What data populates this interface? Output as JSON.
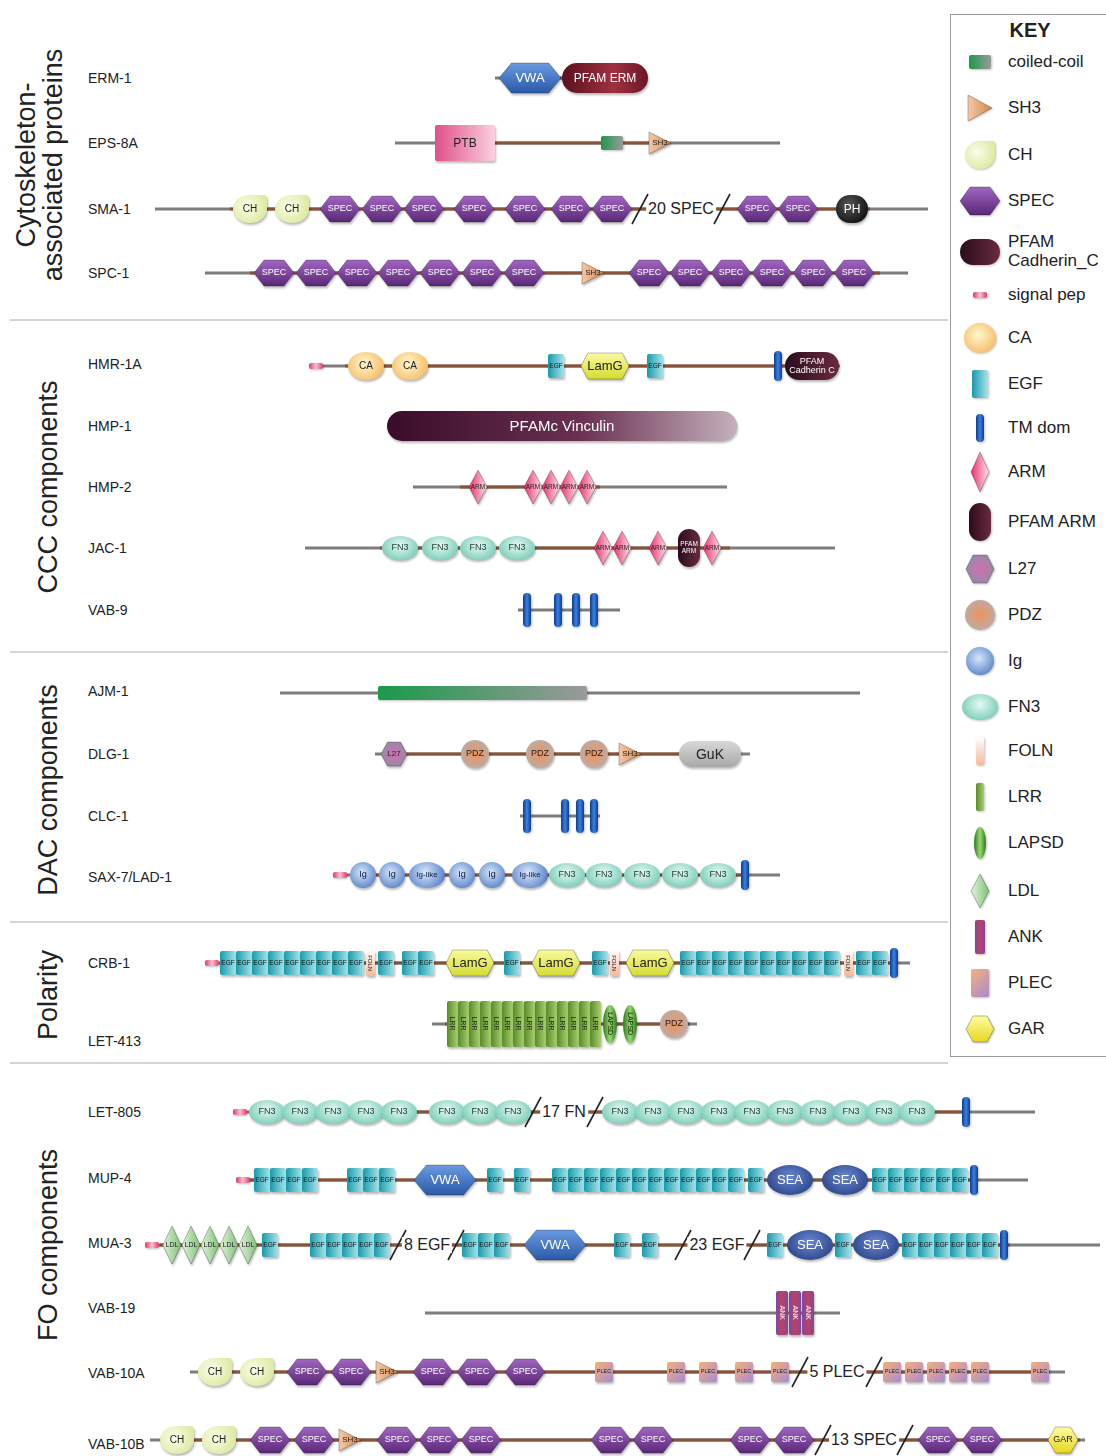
{
  "diagram": {
    "nodes": [
      {
        "text": [
          "VWA"
        ]
      },
      {
        "text": [
          "PFAM ERM"
        ]
      },
      {
        "text": [
          "PTB"
        ]
      },
      {
        "text": [
          "SH3"
        ]
      },
      {
        "text": [
          "CH"
        ]
      },
      {
        "text": [
          "CH"
        ]
      },
      {
        "text": [
          "SPEC"
        ]
      },
      {
        "text": [
          "SPEC"
        ]
      },
      {
        "text": [
          "SPEC"
        ]
      },
      {
        "text": [
          "SPEC"
        ]
      },
      {
        "text": [
          "SPEC"
        ]
      },
      {
        "text": [
          "SPEC"
        ]
      },
      {
        "text": [
          "SPEC"
        ]
      },
      {
        "text": [
          "SPEC"
        ]
      },
      {
        "text": [
          "SPEC"
        ]
      },
      {
        "text": [
          "PH"
        ]
      },
      {
        "text": [
          "SPEC"
        ]
      },
      {
        "text": [
          "SPEC"
        ]
      },
      {
        "text": [
          "SPEC"
        ]
      },
      {
        "text": [
          "SPEC"
        ]
      },
      {
        "text": [
          "SPEC"
        ]
      },
      {
        "text": [
          "SPEC"
        ]
      },
      {
        "text": [
          "SPEC"
        ]
      },
      {
        "text": [
          "SH3"
        ]
      },
      {
        "text": [
          "SPEC"
        ]
      },
      {
        "text": [
          "SPEC"
        ]
      },
      {
        "text": [
          "SPEC"
        ]
      },
      {
        "text": [
          "SPEC"
        ]
      },
      {
        "text": [
          "SPEC"
        ]
      },
      {
        "text": [
          "SPEC"
        ]
      },
      {
        "text": [
          "CA"
        ]
      },
      {
        "text": [
          "CA"
        ]
      },
      {
        "text": [
          "EGF"
        ]
      },
      {
        "text": [
          "LamG"
        ]
      },
      {
        "text": [
          "EGF"
        ]
      },
      {
        "text": [
          "PFAM Cadherin C"
        ]
      },
      {
        "text": [
          "PFAMc Vinculin"
        ]
      },
      {
        "text": [
          "ARM"
        ]
      },
      {
        "text": [
          "ARM"
        ]
      },
      {
        "text": [
          "ARM"
        ]
      },
      {
        "text": [
          "ARM"
        ]
      },
      {
        "text": [
          "ARM"
        ]
      },
      {
        "text": [
          "FN3"
        ]
      },
      {
        "text": [
          "FN3"
        ]
      },
      {
        "text": [
          "FN3"
        ]
      },
      {
        "text": [
          "FN3"
        ]
      },
      {
        "text": [
          "ARM"
        ]
      },
      {
        "text": [
          "ARM"
        ]
      },
      {
        "text": [
          "ARM"
        ]
      },
      {
        "text": [
          "PFAM ARM"
        ]
      },
      {
        "text": [
          "ARM"
        ]
      },
      {
        "text": [
          "L27"
        ]
      },
      {
        "text": [
          "PDZ"
        ]
      },
      {
        "text": [
          "PDZ"
        ]
      },
      {
        "text": [
          "PDZ"
        ]
      },
      {
        "text": [
          "SH3"
        ]
      },
      {
        "text": [
          "GuK"
        ]
      },
      {
        "text": [
          "Ig"
        ]
      },
      {
        "text": [
          "Ig"
        ]
      },
      {
        "text": [
          "Ig-like"
        ]
      },
      {
        "text": [
          "Ig"
        ]
      },
      {
        "text": [
          "Ig"
        ]
      },
      {
        "text": [
          "Ig-like"
        ]
      },
      {
        "text": [
          "FN3"
        ]
      },
      {
        "text": [
          "FN3"
        ]
      },
      {
        "text": [
          "FN3"
        ]
      },
      {
        "text": [
          "FN3"
        ]
      },
      {
        "text": [
          "FN3"
        ]
      },
      {
        "text": [
          "EGF"
        ]
      },
      {
        "text": [
          "EGF"
        ]
      },
      {
        "text": [
          "EGF"
        ]
      },
      {
        "text": [
          "EGF"
        ]
      },
      {
        "text": [
          "EGF"
        ]
      },
      {
        "text": [
          "EGF"
        ]
      },
      {
        "text": [
          "EGF"
        ]
      },
      {
        "text": [
          "EGF"
        ]
      },
      {
        "text": [
          "EGF"
        ]
      },
      {
        "text": [
          "FOLN"
        ]
      },
      {
        "text": [
          "EGF"
        ]
      },
      {
        "text": [
          "EGF"
        ]
      },
      {
        "text": [
          "EGF"
        ]
      },
      {
        "text": [
          "LamG"
        ]
      },
      {
        "text": [
          "EGF"
        ]
      },
      {
        "text": [
          "LamG"
        ]
      },
      {
        "text": [
          "EGF"
        ]
      },
      {
        "text": [
          "FOLN"
        ]
      },
      {
        "text": [
          "LamG"
        ]
      },
      {
        "text": [
          "EGF"
        ]
      },
      {
        "text": [
          "EGF"
        ]
      },
      {
        "text": [
          "EGF"
        ]
      },
      {
        "text": [
          "EGF"
        ]
      },
      {
        "text": [
          "EGF"
        ]
      },
      {
        "text": [
          "EGF"
        ]
      },
      {
        "text": [
          "EGF"
        ]
      },
      {
        "text": [
          "EGF"
        ]
      },
      {
        "text": [
          "EGF"
        ]
      },
      {
        "text": [
          "EGF"
        ]
      },
      {
        "text": [
          "FOLN"
        ]
      },
      {
        "text": [
          "EGF"
        ]
      },
      {
        "text": [
          "EGF"
        ]
      },
      {
        "text": [
          "LRR"
        ]
      },
      {
        "text": [
          "LRR"
        ]
      },
      {
        "text": [
          "LRR"
        ]
      },
      {
        "text": [
          "LRR"
        ]
      },
      {
        "text": [
          "LRR"
        ]
      },
      {
        "text": [
          "LRR"
        ]
      },
      {
        "text": [
          "LRR"
        ]
      },
      {
        "text": [
          "LRR"
        ]
      },
      {
        "text": [
          "LRR"
        ]
      },
      {
        "text": [
          "LRR"
        ]
      },
      {
        "text": [
          "LRR"
        ]
      },
      {
        "text": [
          "LRR"
        ]
      },
      {
        "text": [
          "LRR"
        ]
      },
      {
        "text": [
          "LRR"
        ]
      },
      {
        "text": [
          "LAPSD"
        ]
      },
      {
        "text": [
          "LAPSD"
        ]
      },
      {
        "text": [
          "PDZ"
        ]
      },
      {
        "text": [
          "FN3"
        ]
      },
      {
        "text": [
          "FN3"
        ]
      },
      {
        "text": [
          "FN3"
        ]
      },
      {
        "text": [
          "FN3"
        ]
      },
      {
        "text": [
          "FN3"
        ]
      },
      {
        "text": [
          "FN3"
        ]
      },
      {
        "text": [
          "FN3"
        ]
      },
      {
        "text": [
          "FN3"
        ]
      },
      {
        "text": [
          "FN3"
        ]
      },
      {
        "text": [
          "FN3"
        ]
      },
      {
        "text": [
          "FN3"
        ]
      },
      {
        "text": [
          "FN3"
        ]
      },
      {
        "text": [
          "FN3"
        ]
      },
      {
        "text": [
          "FN3"
        ]
      },
      {
        "text": [
          "FN3"
        ]
      },
      {
        "text": [
          "FN3"
        ]
      },
      {
        "text": [
          "FN3"
        ]
      },
      {
        "text": [
          "FN3"
        ]
      },
      {
        "text": [
          "EGF"
        ]
      },
      {
        "text": [
          "EGF"
        ]
      },
      {
        "text": [
          "EGF"
        ]
      },
      {
        "text": [
          "EGF"
        ]
      },
      {
        "text": [
          "EGF"
        ]
      },
      {
        "text": [
          "EGF"
        ]
      },
      {
        "text": [
          "EGF"
        ]
      },
      {
        "text": [
          "VWA"
        ]
      },
      {
        "text": [
          "EGF"
        ]
      },
      {
        "text": [
          "EGF"
        ]
      },
      {
        "text": [
          "EGF"
        ]
      },
      {
        "text": [
          "EGF"
        ]
      },
      {
        "text": [
          "EGF"
        ]
      },
      {
        "text": [
          "EGF"
        ]
      },
      {
        "text": [
          "EGF"
        ]
      },
      {
        "text": [
          "EGF"
        ]
      },
      {
        "text": [
          "EGF"
        ]
      },
      {
        "text": [
          "EGF"
        ]
      },
      {
        "text": [
          "EGF"
        ]
      },
      {
        "text": [
          "EGF"
        ]
      },
      {
        "text": [
          "EGF"
        ]
      },
      {
        "text": [
          "EGF"
        ]
      },
      {
        "text": [
          "EGF"
        ]
      },
      {
        "text": [
          "SEA"
        ]
      },
      {
        "text": [
          "SEA"
        ]
      },
      {
        "text": [
          "EGF"
        ]
      },
      {
        "text": [
          "EGF"
        ]
      },
      {
        "text": [
          "EGF"
        ]
      },
      {
        "text": [
          "EGF"
        ]
      },
      {
        "text": [
          "EGF"
        ]
      },
      {
        "text": [
          "EGF"
        ]
      },
      {
        "text": [
          "LDL"
        ]
      },
      {
        "text": [
          "LDL"
        ]
      },
      {
        "text": [
          "LDL"
        ]
      },
      {
        "text": [
          "LDL"
        ]
      },
      {
        "text": [
          "LDL"
        ]
      },
      {
        "text": [
          "EGF"
        ]
      },
      {
        "text": [
          "EGF"
        ]
      },
      {
        "text": [
          "EGF"
        ]
      },
      {
        "text": [
          "EGF"
        ]
      },
      {
        "text": [
          "EGF"
        ]
      },
      {
        "text": [
          "EGF"
        ]
      },
      {
        "text": [
          "EGF"
        ]
      },
      {
        "text": [
          "EGF"
        ]
      },
      {
        "text": [
          "EGF"
        ]
      },
      {
        "text": [
          "VWA"
        ]
      },
      {
        "text": [
          "EGF"
        ]
      },
      {
        "text": [
          "EGF"
        ]
      },
      {
        "text": [
          "EGF"
        ]
      },
      {
        "text": [
          "SEA"
        ]
      },
      {
        "text": [
          "EGF"
        ]
      },
      {
        "text": [
          "SEA"
        ]
      },
      {
        "text": [
          "EGF"
        ]
      },
      {
        "text": [
          "EGF"
        ]
      },
      {
        "text": [
          "EGF"
        ]
      },
      {
        "text": [
          "EGF"
        ]
      },
      {
        "text": [
          "EGF"
        ]
      },
      {
        "text": [
          "EGF"
        ]
      },
      {
        "text": [
          "ANK"
        ]
      },
      {
        "text": [
          "ANK"
        ]
      },
      {
        "text": [
          "ANK"
        ]
      },
      {
        "text": [
          "CH"
        ]
      },
      {
        "text": [
          "CH"
        ]
      },
      {
        "text": [
          "SPEC"
        ]
      },
      {
        "text": [
          "SPEC"
        ]
      },
      {
        "text": [
          "SH3"
        ]
      },
      {
        "text": [
          "SPEC"
        ]
      },
      {
        "text": [
          "SPEC"
        ]
      },
      {
        "text": [
          "SPEC"
        ]
      },
      {
        "text": [
          "PLEC"
        ]
      },
      {
        "text": [
          "PLEC"
        ]
      },
      {
        "text": [
          "PLEC"
        ]
      },
      {
        "text": [
          "PLEC"
        ]
      },
      {
        "text": [
          "PLEC"
        ]
      },
      {
        "text": [
          "PLEC"
        ]
      },
      {
        "text": [
          "PLEC"
        ]
      },
      {
        "text": [
          "PLEC"
        ]
      },
      {
        "text": [
          "PLEC"
        ]
      },
      {
        "text": [
          "PLEC"
        ]
      },
      {
        "text": [
          "PLEC"
        ]
      },
      {
        "text": [
          "CH"
        ]
      },
      {
        "text": [
          "CH"
        ]
      },
      {
        "text": [
          "SPEC"
        ]
      },
      {
        "text": [
          "SPEC"
        ]
      },
      {
        "text": [
          "SH3"
        ]
      },
      {
        "text": [
          "SPEC"
        ]
      },
      {
        "text": [
          "SPEC"
        ]
      },
      {
        "text": [
          "SPEC"
        ]
      },
      {
        "text": [
          "SPEC"
        ]
      },
      {
        "text": [
          "SPEC"
        ]
      },
      {
        "text": [
          "SPEC"
        ]
      },
      {
        "text": [
          "SPEC"
        ]
      },
      {
        "text": [
          "SPEC"
        ]
      },
      {
        "text": [
          "SPEC"
        ]
      },
      {
        "text": [
          "GAR"
        ]
      }
    ],
    "labels": [
      "Cytoskeleton-associated proteins",
      "CCC components",
      "DAC components",
      "Polarity",
      "FO components",
      "ERM-1",
      "EPS-8A",
      "SMA-1",
      "SPC-1",
      "HMR-1A",
      "HMP-1",
      "HMP-2",
      "JAC-1",
      "VAB-9",
      "AJM-1",
      "DLG-1",
      "CLC-1",
      "SAX-7/LAD-1",
      "CRB-1",
      "LET-413",
      "LET-805",
      "MUP-4",
      "MUA-3",
      "VAB-19",
      "VAB-10A",
      "VAB-10B",
      "20 SPEC",
      "17 FN",
      "8 EGF",
      "23 EGF",
      "5 PLEC",
      "13 SPEC",
      "KEY"
    ],
    "legend": [
      {
        "text": "coiled-coil"
      },
      {
        "text": "SH3"
      },
      {
        "text": "CH"
      },
      {
        "text": "SPEC"
      },
      {
        "text": "PFAM Cadherin_C"
      },
      {
        "text": "signal pep"
      },
      {
        "text": "CA"
      },
      {
        "text": "EGF"
      },
      {
        "text": "TM dom"
      },
      {
        "text": "ARM"
      },
      {
        "text": "PFAM ARM"
      },
      {
        "text": "L27"
      },
      {
        "text": "PDZ"
      },
      {
        "text": "Ig"
      },
      {
        "text": "FN3"
      },
      {
        "text": "FOLN"
      },
      {
        "text": "LRR"
      },
      {
        "text": "LAPSD"
      },
      {
        "text": "LDL"
      },
      {
        "text": "ANK"
      },
      {
        "text": "PLEC"
      },
      {
        "text": "GAR"
      }
    ]
  }
}
